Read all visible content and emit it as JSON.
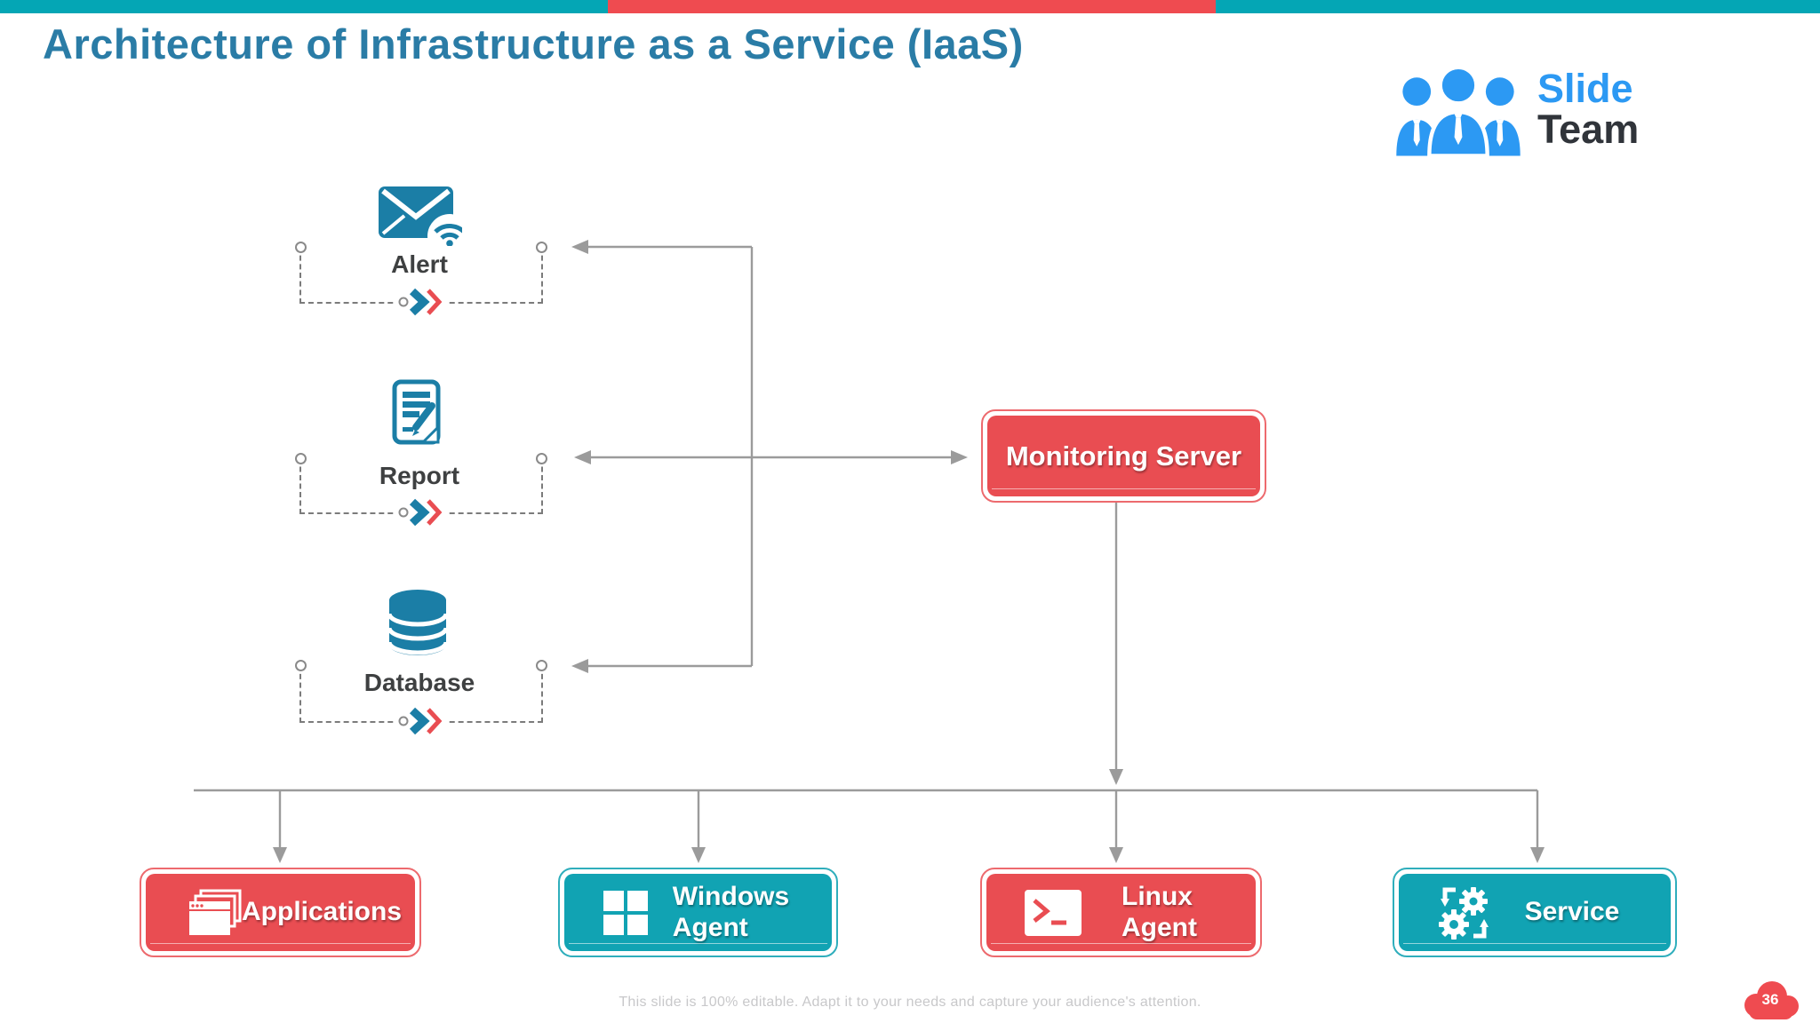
{
  "slide": {
    "title": "Architecture of Infrastructure as a Service (IaaS)",
    "footer": "This slide is 100% editable. Adapt it to your needs and capture your audience's attention.",
    "page_number": "36"
  },
  "logo": {
    "line1": "Slide",
    "line2": "Team"
  },
  "diagram": {
    "outputs": [
      {
        "label": "Alert",
        "icon": "email-alert-icon"
      },
      {
        "label": "Report",
        "icon": "report-icon"
      },
      {
        "label": "Database",
        "icon": "database-icon"
      }
    ],
    "server": {
      "label": "Monitoring Server"
    },
    "agents": [
      {
        "label": "Applications",
        "icon": "applications-icon",
        "color": "red"
      },
      {
        "label": "Windows\nAgent",
        "icon": "windows-logo-icon",
        "color": "teal"
      },
      {
        "label": "Linux\nAgent",
        "icon": "terminal-icon",
        "color": "red"
      },
      {
        "label": "Service",
        "icon": "gears-icon",
        "color": "teal"
      }
    ]
  },
  "colors": {
    "bar_teal": "#04A6B5",
    "bar_red": "#EF4B50",
    "node_red": "#E94D52",
    "node_teal": "#11A3B3",
    "icon_steel_teal": "#1B7EA6",
    "title_blue": "#2A7CA6",
    "logo_blue": "#2C99F3",
    "connector_gray": "#9B9B9B"
  }
}
